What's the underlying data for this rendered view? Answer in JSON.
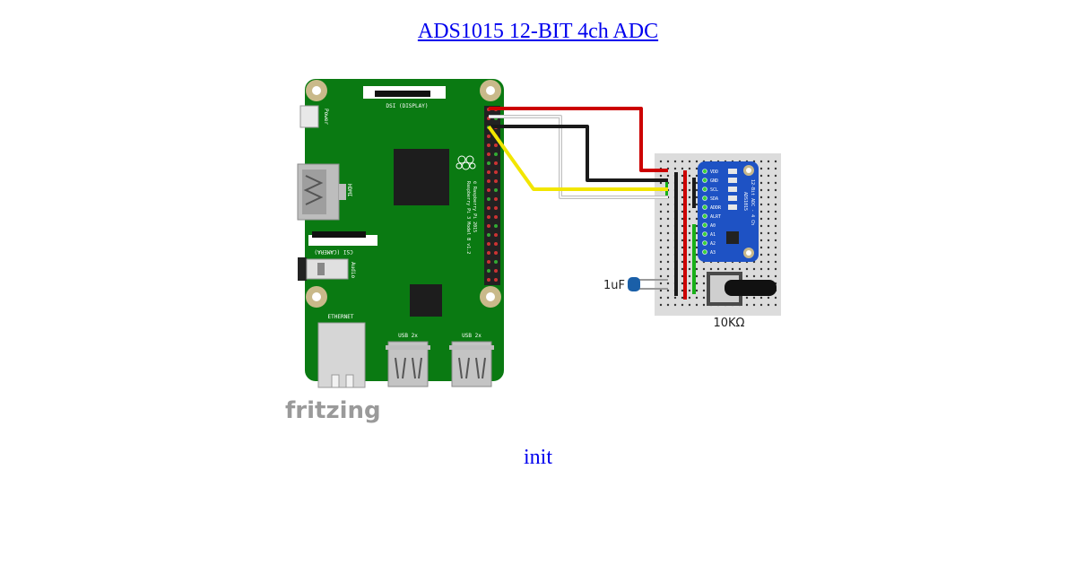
{
  "page": {
    "title_link": "ADS1015 12-BIT 4ch ADC",
    "status_text": "init"
  },
  "diagram": {
    "watermark": "fritzing",
    "capacitor_label": "1uF",
    "potentiometer_label": "10KΩ",
    "pi_board": {
      "dsi_label": "DSI (DISPLAY)",
      "power_label": "Power",
      "hdmi_label": "HDMI",
      "csi_label": "CSI (CAMERA)",
      "audio_label": "Audio",
      "ethernet_label": "ETHERNET",
      "usb1_label": "USB 2x",
      "usb2_label": "USB 2x",
      "model_text_1": "Raspberry Pi 3 Model B v1.2",
      "model_text_2": "© Raspberry Pi 2015"
    },
    "adc_board": {
      "pins": [
        "VDD",
        "GND",
        "SCL",
        "SDA",
        "ADDR",
        "ALRT",
        "A0",
        "A1",
        "A2",
        "A3"
      ],
      "chip_text_1": "12-Bit ADC - 4 Ch",
      "chip_text_2": "ADS1015"
    },
    "wire_colors": {
      "power": "#cc0000",
      "ground": "#1a1a1a",
      "sda": "#f2e600",
      "scl": "#d8d8d8"
    }
  }
}
